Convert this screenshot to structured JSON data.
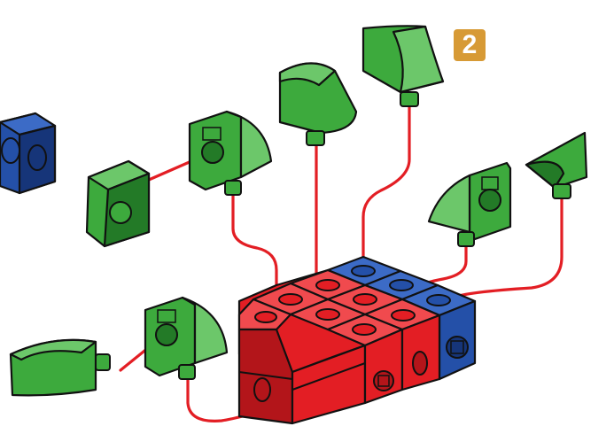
{
  "step": {
    "number": "2"
  },
  "colors": {
    "badge": "#D79A35",
    "red": "#E31E24",
    "red_dark": "#B3151A",
    "red_light": "#F04A4E",
    "blue": "#2450A8",
    "blue_dark": "#163579",
    "blue_light": "#3C6BC6",
    "green": "#3DAA3D",
    "green_dark": "#237A27",
    "green_light": "#6CC76A",
    "connector": "#E31E24"
  },
  "parts": {
    "base_red_cubes": 7,
    "base_blue_cubes": 3,
    "green_pieces": 8
  },
  "icons": [
    "step-badge-icon",
    "red-cube-icon",
    "blue-cube-icon",
    "green-wedge-icon",
    "green-curved-roof-icon",
    "green-ramp-icon"
  ]
}
